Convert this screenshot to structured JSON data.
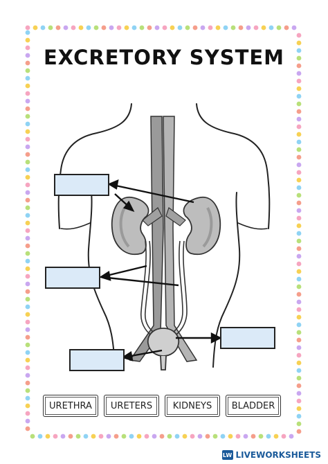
{
  "title": "EXCRETORY SYSTEM",
  "labels": {
    "box_top_left": "",
    "box_middle_left": "",
    "box_bottom_left": "",
    "box_bottom_right": ""
  },
  "word_bank": [
    "URETHRA",
    "URETERS",
    "KIDNEYS",
    "BLADDER"
  ],
  "brand": "LIVEWORKSHEETS",
  "brand_logo": "LW",
  "colors": {
    "box_fill": "#dbeaf8",
    "dots": [
      "#f6a5c0",
      "#f7d154",
      "#8fd3f4",
      "#b8e07a",
      "#f59e8b",
      "#c9a7f0"
    ]
  }
}
